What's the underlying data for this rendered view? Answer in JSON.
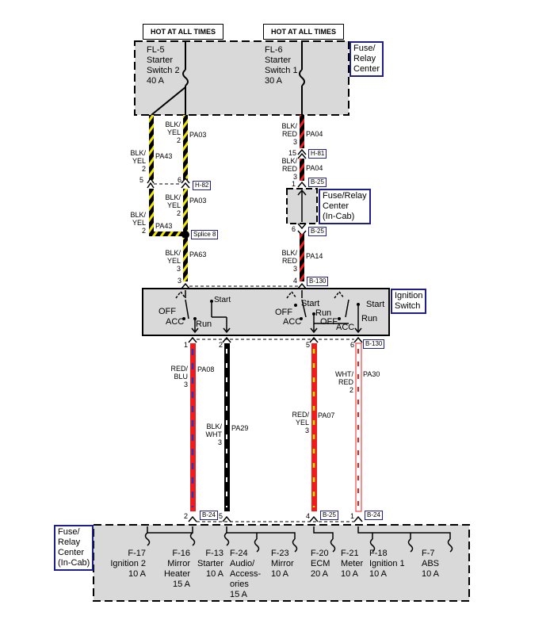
{
  "header_labels": {
    "left": "HOT AT ALL TIMES",
    "right": "HOT AT ALL TIMES"
  },
  "top_center": {
    "title": "Fuse/\nRelay\nCenter"
  },
  "fuses_top": [
    {
      "id": "FL-5",
      "name": "Starter\nSwitch 2",
      "amp": "40 A"
    },
    {
      "id": "FL-6",
      "name": "Starter\nSwitch 1",
      "amp": "30 A"
    }
  ],
  "fuse_relay_incab_mid": "Fuse/Relay\nCenter\n(In-Cab)",
  "ignition_switch": {
    "title": "Ignition\nSwitch",
    "labels": {
      "off1": "OFF",
      "acc1": "ACC",
      "run1": "Run",
      "start1": "Start",
      "off2": "OFF",
      "acc2": "ACC",
      "run2": "Run",
      "start2": "Start",
      "off3": "OFF",
      "acc3": "ACC",
      "run3": "Run",
      "start3": "Start"
    }
  },
  "connectors": {
    "h82": "H-82",
    "splice8": "Splice 8",
    "h81": "H-81",
    "b25a": "B-25",
    "b25b": "B-25",
    "b130a": "B-130",
    "b130b": "B-130",
    "b24a": "B-24",
    "b25c": "B-25",
    "b24b": "B-24"
  },
  "pins": {
    "p5": "5",
    "p6a": "6",
    "p3a": "3",
    "p3b": "3",
    "p15": "15",
    "p3c": "3",
    "p1a": "1",
    "p6b": "6",
    "p4a": "4",
    "p1b": "1",
    "p2a": "2",
    "p5b": "5",
    "p6c": "6",
    "p2b": "2",
    "p5c": "5",
    "p4b": "4",
    "p1c": "1"
  },
  "wires": {
    "pa03a": {
      "color": "BLK/\nYEL\n2",
      "code": "PA03"
    },
    "pa43a": {
      "color": "BLK/\nYEL\n2",
      "code": "PA43"
    },
    "pa03b": {
      "color": "BLK/\nYEL\n2",
      "code": "PA03"
    },
    "pa43b": {
      "color": "BLK/\nYEL\n2",
      "code": "PA43"
    },
    "pa63": {
      "color": "BLK/\nYEL\n3",
      "code": "PA63"
    },
    "pa04a": {
      "color": "BLK/\nRED\n3",
      "code": "PA04"
    },
    "pa04b": {
      "color": "BLK/\nRED\n3",
      "code": "PA04"
    },
    "pa14": {
      "color": "BLK/\nRED\n3",
      "code": "PA14"
    },
    "pa08": {
      "color": "RED/\nBLU\n3",
      "code": "PA08"
    },
    "pa29": {
      "color": "BLK/\nWHT\n3",
      "code": "PA29"
    },
    "pa07": {
      "color": "RED/\nYEL\n3",
      "code": "PA07"
    },
    "pa30": {
      "color": "WHT/\nRED\n2",
      "code": "PA30"
    }
  },
  "bottom_center": {
    "title": "Fuse/\nRelay\nCenter\n(In-Cab)"
  },
  "fuses_bottom": [
    {
      "id": "F-17",
      "name": "Ignition 2",
      "amp": "10 A"
    },
    {
      "id": "F-16",
      "name": "Mirror\nHeater",
      "amp": "15 A"
    },
    {
      "id": "F-13",
      "name": "Starter",
      "amp": "10 A"
    },
    {
      "id": "F-24",
      "name": "Audio/\nAccess-\nories",
      "amp": "15 A"
    },
    {
      "id": "F-23",
      "name": "Mirror",
      "amp": "10 A"
    },
    {
      "id": "F-20",
      "name": "ECM",
      "amp": "20 A"
    },
    {
      "id": "F-21",
      "name": "Meter",
      "amp": "10 A"
    },
    {
      "id": "F-18",
      "name": "Ignition 1",
      "amp": "10 A"
    },
    {
      "id": "F-7",
      "name": "ABS",
      "amp": "10 A"
    }
  ],
  "colors": {
    "panel": "#d9d9d9",
    "navy": "#1f1f8c",
    "black": "#000000",
    "yellow": "#f2e600",
    "red": "#ee1c1c",
    "blue": "#3333aa",
    "white": "#ffffff"
  }
}
